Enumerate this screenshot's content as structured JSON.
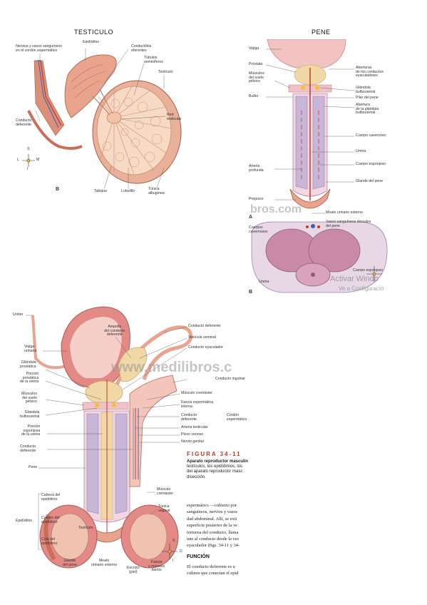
{
  "titles": {
    "testiculo": "TESTICULO",
    "pene": "PENE"
  },
  "testiculo": {
    "panel_letter": "B",
    "labels": {
      "nervios": "Nervios y vasos sanguíneos\nen el cordón espermático",
      "epididimo": "Epidídimo",
      "conductillos": "Conductillos\neferentes",
      "tubulos": "Túbulos\nseminíferos",
      "testiculo": "Testículo",
      "red": "Red\ntesticular",
      "conducto_def": "Conducto\ndeferente",
      "tabique": "Tabique",
      "lobulillo": "Lobulillo",
      "tunica": "Túnica\nalbugínea"
    },
    "compass": {
      "s": "S",
      "l": "L",
      "m": "M",
      "i": "I"
    }
  },
  "pene": {
    "panel_letter_a": "A",
    "panel_letter_b": "B",
    "labels_left": {
      "vejiga": "Vejiga",
      "prostata": "Próstata",
      "musculos": "Músculos\ndel suelo\npélvico",
      "bulbo": "Bulbo",
      "arteria": "Arteria\nprofunda",
      "prepucio": "Prepucio"
    },
    "labels_right": {
      "aberturas": "Aberturas\nde los conductos\neyaculadores",
      "glandula": "Glándula\nbulbouretral",
      "pilar": "Pilar del pene",
      "abertura": "Abertura\nde la glándula\nbulbouretral",
      "cavernoso": "Cuerpo cavernoso",
      "uretra": "Uretra",
      "esponjoso": "Cuerpo esponjoso",
      "glande": "Glande del pene"
    },
    "meato": "Meato urinario externo",
    "cross": {
      "cavernosos": "Cuerpos\ncavernosos",
      "vasos": "Vasos sanguíneos dorsales\ndel pene",
      "esponjoso": "Cuerpo esponjoso",
      "uretra": "Uretra"
    },
    "watermark": "bros.com",
    "activate": "Activar Windo",
    "activate2": "Ve a Configuració"
  },
  "full": {
    "labels_left": {
      "ureter": "Uréter",
      "vejiga": "Vejiga\nurinaria",
      "glandula_prost": "Glándula\nprostática",
      "porcion_prost": "Porción\nprostática\nde la uretra",
      "musculos": "Músculos\ndel suelo\npélvico",
      "bulbouretral": "Glándula\nbulbouretral",
      "porcion_esp": "Porción\nesponjosa\nde la uretra",
      "conducto_def": "Conducto\ndeferente",
      "pene": "Pene",
      "cabeza": "Cabeza del\nepidídimo",
      "epididimo": "Epidídimo",
      "cuerpo": "Cuerpo del\nepidídimo",
      "cola": "Cola del\nepidídimo"
    },
    "labels_top": {
      "ampolla": "Ampolla\ndel conducto\ndeferente"
    },
    "labels_right": {
      "conducto_def": "Conducto deferente",
      "vesicula": "Vesícula seminal",
      "eyaculador": "Conducto eyaculador",
      "inguinal": "Conducto inguinal",
      "cremaster": "Músculo cremáster",
      "fascia": "Fascia espermática\ninterna",
      "conducto_def2": "Conducto\ndeferente",
      "arteria": "Arteria testicular",
      "plexo": "Plexo venoso",
      "nervio": "Nervio genital",
      "cordon": "Cordón\nespermático",
      "musculo_crem": "Músculo\ncremáster",
      "tunica": "Túnica\nvaginal"
    },
    "labels_bottom": {
      "testiculo": "Testículo",
      "glande": "Glande\ndel pene",
      "meato": "Meato\nurinario externo",
      "escroto": "Escroto\n(piel)",
      "fascia": "Fascia\ny músculo\ndartos"
    },
    "watermark": "www.medilibros.c",
    "figure": {
      "title": "FIGURA 34-11",
      "caption_bold": "Aparato reproductor masculin",
      "caption_rest": "testículos, los epidídimos, los\ndel aparato reproductor masc\ndisección."
    },
    "body": [
      "espermático —cubierto por",
      "sanguíneos, nervios y vasos",
      "dad abdominal. Allí, se exti",
      "superficie posterior de la ve",
      "tortuosa del conducto, llama",
      "une al conducto desde la ves",
      "eyaculador (figs. 34-11 y 34-"
    ],
    "subhead": "FUNCIÓN",
    "body2": [
      "El conducto deferente es u",
      "culinos que conectan el epid"
    ],
    "compass": {
      "s": "S",
      "d": "D",
      "i": "I"
    }
  },
  "colors": {
    "flesh": "#e8a48c",
    "flesh_dark": "#c96e58",
    "pink": "#f2c3c0",
    "lavender": "#c8b6d8",
    "tan": "#f0d9a6",
    "red": "#c0392b",
    "blue": "#4060a8",
    "yellow": "#f2c230"
  }
}
